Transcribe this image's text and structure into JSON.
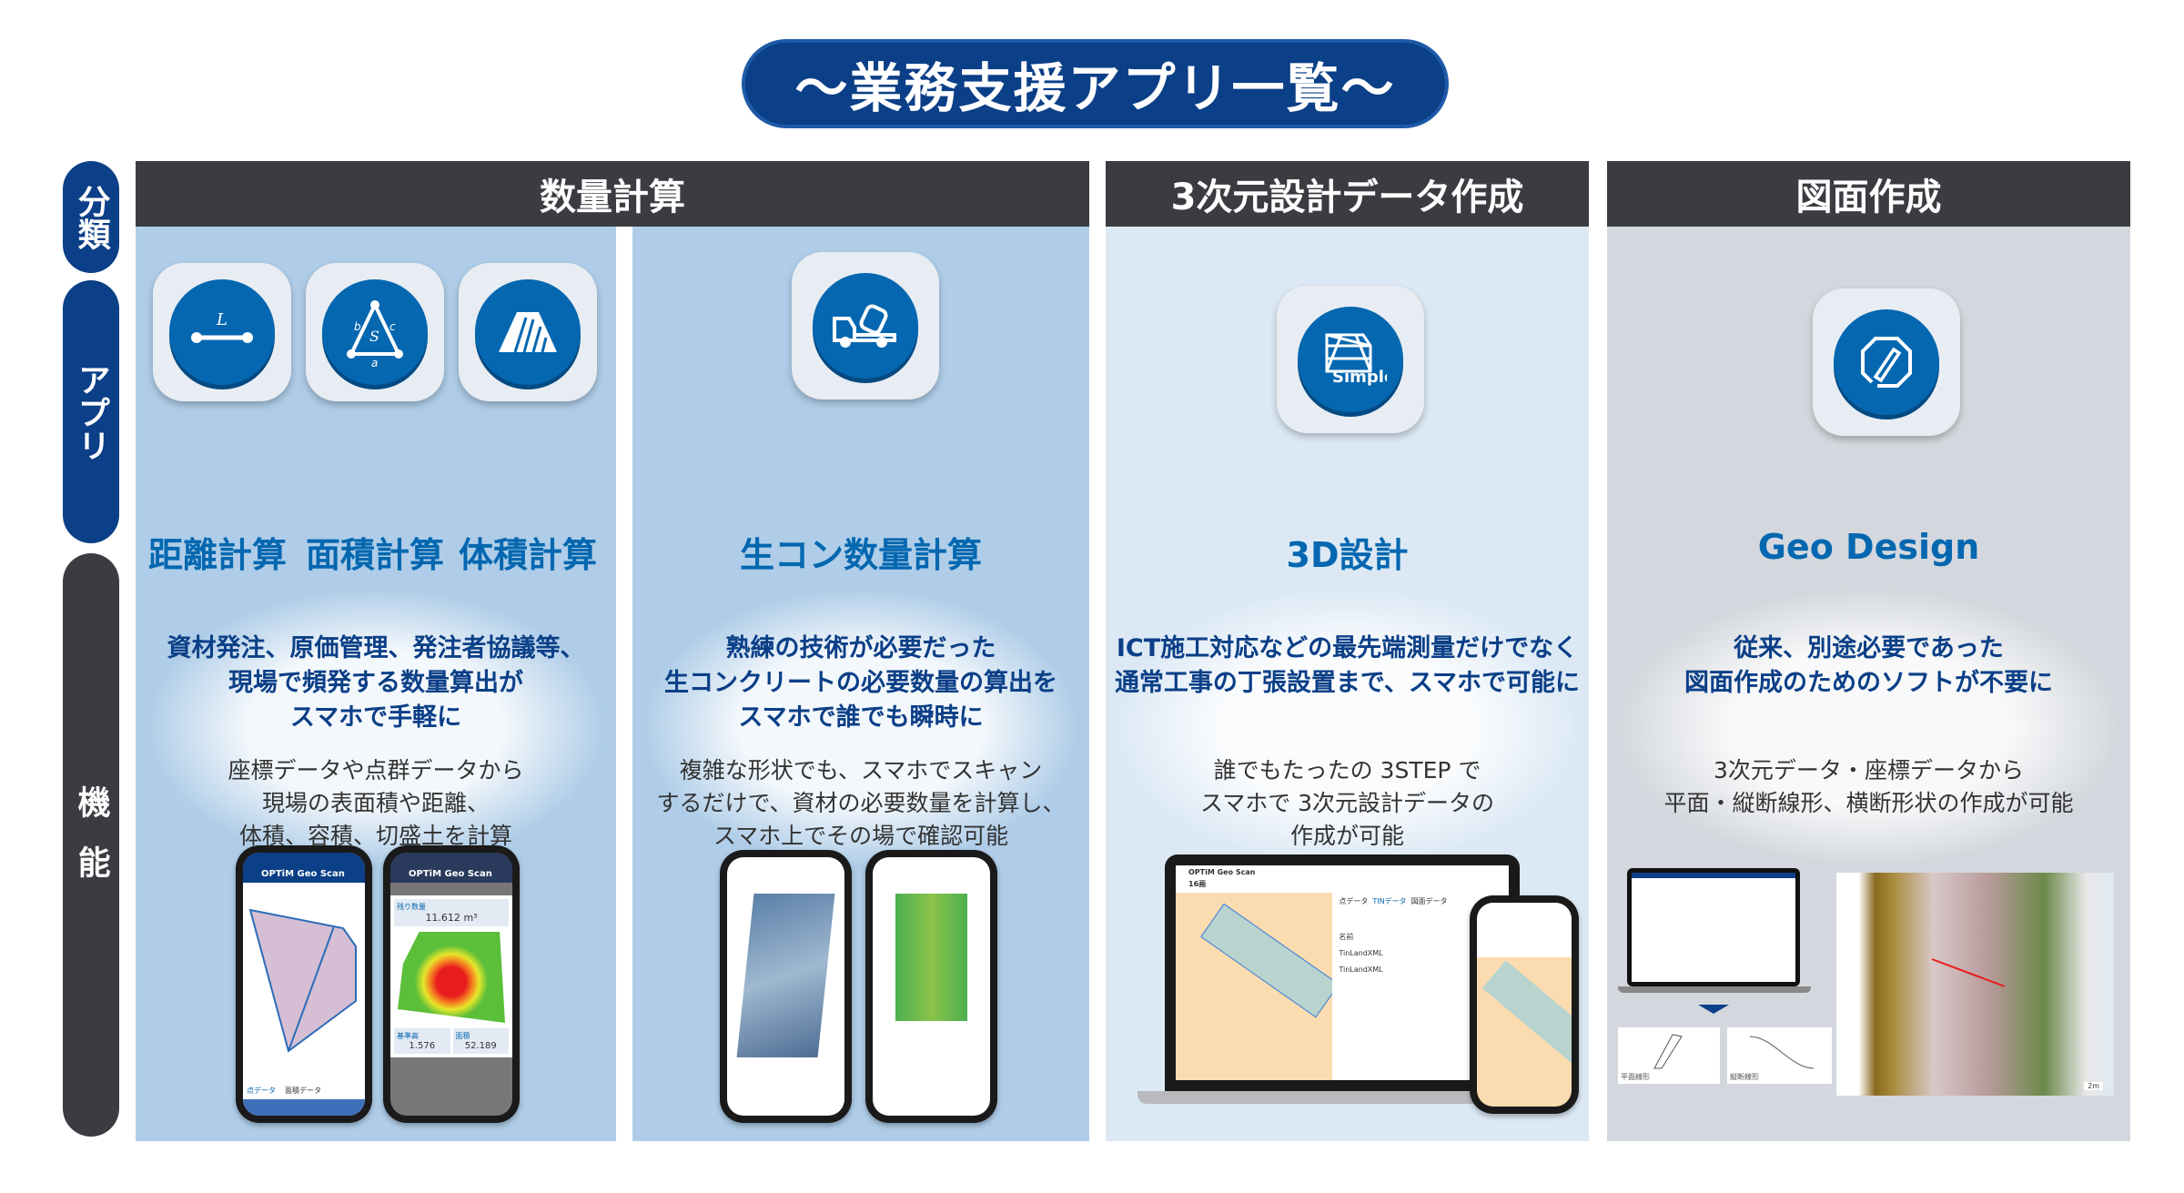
{
  "title": "〜業務支援アプリ一覧〜",
  "side_labels": {
    "category": "分類",
    "app": "アプリ",
    "function": "機能"
  },
  "colors": {
    "navy": "#0b3f87",
    "accent": "#0467b0",
    "header": "#3a3c41",
    "col1": "#afcde8",
    "col3": "#dce9f5",
    "col4": "#d4d8de"
  },
  "columns": [
    {
      "header": "数量計算",
      "groups": [
        {
          "apps": [
            {
              "name": "距離計算",
              "icon": "distance-icon"
            },
            {
              "name": "面積計算",
              "icon": "area-triangle-icon"
            },
            {
              "name": "体積計算",
              "icon": "volume-icon"
            }
          ],
          "bold": [
            "資材発注、原価管理、発注者協議等、",
            "現場で頻発する数量算出が",
            "スマホで手軽に"
          ],
          "regular": [
            "座標データや点群データから",
            "現場の表面積や距離、",
            "体積、容積、切盛土を計算"
          ],
          "screens": {
            "app_title": "OPTiM Geo Scan",
            "volume": "11.612",
            "volume_unit": "m³",
            "label_vol": "残り数量",
            "label_base": "基準高",
            "base": "1.576",
            "label_area": "面積",
            "area": "52.189",
            "tab1": "点データ",
            "tab2": "面積データ"
          }
        },
        {
          "apps": [
            {
              "name": "生コン数量計算",
              "icon": "concrete-mixer-truck-icon"
            }
          ],
          "bold": [
            "熟練の技術が必要だった",
            "生コンクリートの必要数量の算出を",
            "スマホで誰でも瞬時に"
          ],
          "regular": [
            "複雑な形状でも、スマホでスキャン",
            "するだけで、資材の必要数量を計算し、",
            "スマホ上でその場で確認可能"
          ]
        }
      ]
    },
    {
      "header": "3次元設計データ作成",
      "apps": [
        {
          "name": "3D設計",
          "icon": "3d-simple-icon",
          "icon_text": "Simple"
        }
      ],
      "bold": [
        "ICT施工対応などの最先端測量だけでなく",
        "通常工事の丁張設置まで、スマホで可能に"
      ],
      "regular": [
        "誰でもたったの 3STEP で",
        "スマホで 3次元設計データの",
        "作成が可能"
      ],
      "screens": {
        "app_title": "OPTiM Geo Scan",
        "project": "16画",
        "tab1": "点データ",
        "tab2": "TINデータ",
        "tab3": "図面データ",
        "row_header": "名前",
        "row1": "TinLandXML",
        "row2": "TinLandXML"
      }
    },
    {
      "header": "図面作成",
      "apps": [
        {
          "name": "Geo Design",
          "icon": "pencil-octagon-icon"
        }
      ],
      "bold": [
        "従来、別途必要であった",
        "図面作成のためのソフトが不要に"
      ],
      "regular": [
        "3次元データ・座標データから",
        "平面・縦断線形、横断形状の作成が可能"
      ],
      "screens": {
        "plan": "平面線形",
        "profile": "縦断線形",
        "scale": "2m"
      }
    }
  ]
}
